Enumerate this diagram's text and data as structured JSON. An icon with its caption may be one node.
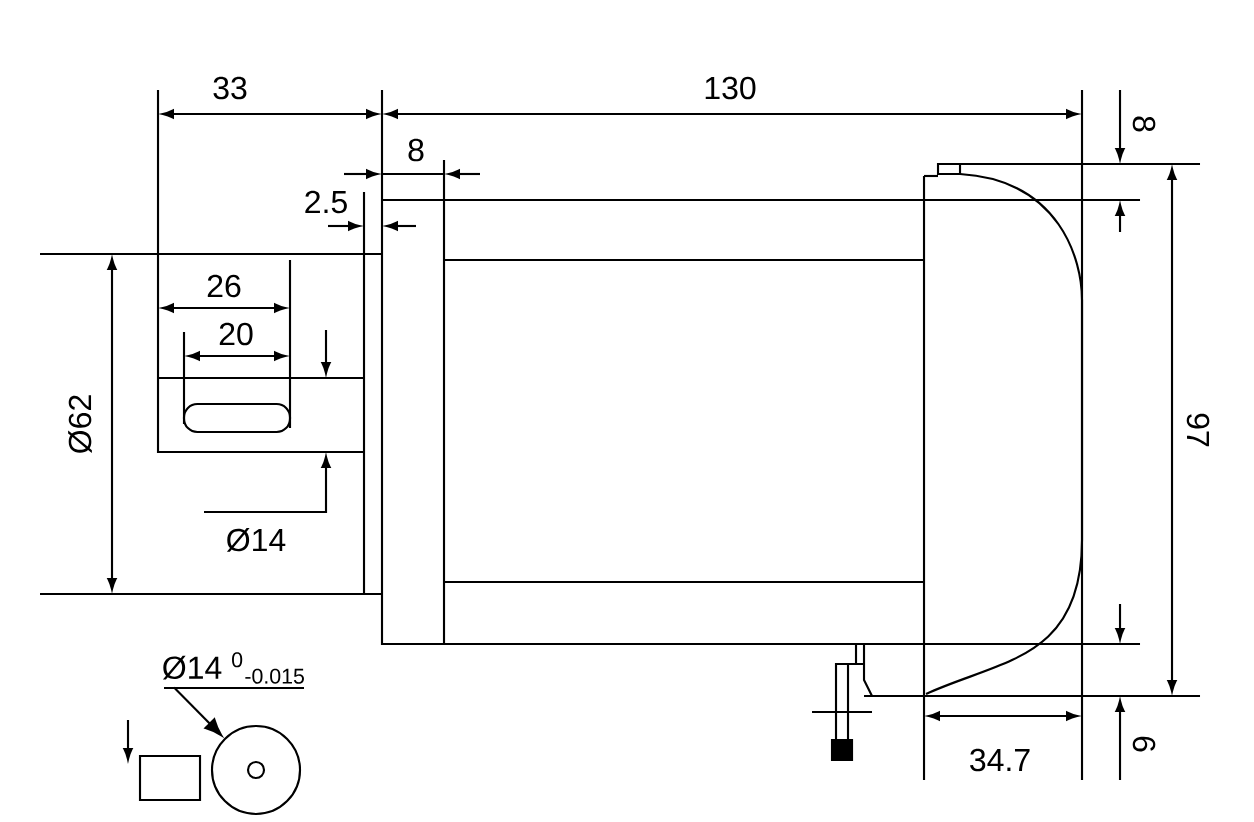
{
  "diagram": {
    "nodes": [
      {
        "text": [
          "Ø14 $^{0}$$_{-0.015}$"
        ]
      },
      {
        "text": [],
        "shape": "circle"
      }
    ],
    "edges": [
      {
        "from": 0,
        "to": 1,
        "arrow": "to"
      }
    ],
    "labels": [
      "33",
      "130",
      "8",
      "8",
      "2.5",
      "26",
      "20",
      "Ø62",
      "97",
      "Ø14",
      "6",
      "34.7"
    ]
  }
}
